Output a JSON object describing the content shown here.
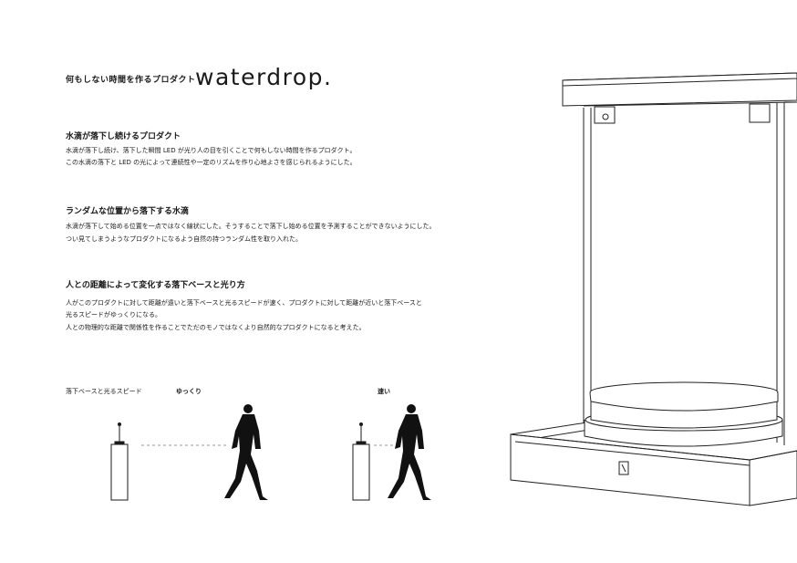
{
  "header": {
    "tagline": "何もしない時間を作るプロダクト",
    "logo": "waterdrop."
  },
  "sections": [
    {
      "title": "水滴が落下し続けるプロダクト",
      "lines": [
        "水滴が落下し続け、落下した瞬間 LED が光り人の目を引くことで何もしない時間を作るプロダクト。",
        "この水滴の落下と LED の光によって連続性や一定のリズムを作り心地よさを感じられるようにした。"
      ]
    },
    {
      "title": "ランダムな位置から落下する水滴",
      "lines": [
        "水滴が落下して始める位置を一点ではなく線状にした。そうすることで落下し始める位置を予測することができないようにした。",
        "つい見てしまうようなプロダクトになるよう自然の持つランダム性を取り入れた。"
      ]
    },
    {
      "title": "人との距離によって変化する落下ベースと光り方",
      "lines": [
        "人がこのプロダクトに対して距離が遠いと落下ベースと光るスピードが速く、プロダクトに対して距離が近いと落下ベースと",
        "光るスピードがゆっくりになる。",
        "人との物理的な距離で関係性を作ることでただのモノではなくより自然的なプロダクトになると考えた。"
      ]
    }
  ],
  "speed_diagram": {
    "label": "落下ベースと光るスピード",
    "slow": "ゆっくり",
    "fast": "速い"
  },
  "colors": {
    "ink": "#1a1a1a",
    "line": "#333333",
    "dashed": "#999999"
  }
}
